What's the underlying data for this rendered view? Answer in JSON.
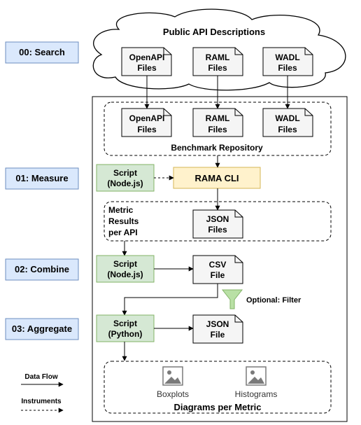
{
  "cloud": {
    "title": "Public API Descriptions"
  },
  "phases": {
    "search": "00: Search",
    "measure": "01: Measure",
    "combine": "02: Combine",
    "aggregate": "03: Aggregate"
  },
  "cloud_files": [
    {
      "line1": "OpenAPI",
      "line2": "Files"
    },
    {
      "line1": "RAML",
      "line2": "Files"
    },
    {
      "line1": "WADL",
      "line2": "Files"
    }
  ],
  "repo_files": [
    {
      "line1": "OpenAPI",
      "line2": "Files"
    },
    {
      "line1": "RAML",
      "line2": "Files"
    },
    {
      "line1": "WADL",
      "line2": "Files"
    }
  ],
  "repository_label": "Benchmark Repository",
  "script_measure": {
    "line1": "Script",
    "line2": "(Node.js)"
  },
  "rama_cli": "RAMA CLI",
  "metric_results": {
    "line1": "Metric",
    "line2": "Results",
    "line3": "per API"
  },
  "json_files": {
    "line1": "JSON",
    "line2": "Files"
  },
  "script_combine": {
    "line1": "Script",
    "line2": "(Node.js)"
  },
  "csv_file": {
    "line1": "CSV",
    "line2": "File"
  },
  "filter_label": "Optional: Filter",
  "script_aggregate": {
    "line1": "Script",
    "line2": "(Python)"
  },
  "json_file": {
    "line1": "JSON",
    "line2": "File"
  },
  "boxplots": "Boxplots",
  "histograms": "Histograms",
  "diagrams_label": "Diagrams per Metric",
  "legend": {
    "data_flow": "Data Flow",
    "instruments": "Instruments"
  },
  "colors": {
    "phase_fill": "#dae8fc",
    "phase_stroke": "#6c8ebf",
    "script_fill": "#d5e8d4",
    "script_stroke": "#82b366",
    "rama_fill": "#fff2cc",
    "rama_stroke": "#d6b656",
    "file_fill": "#f5f5f5",
    "filter_fill": "#b9e0a5",
    "filter_stroke": "#82b366"
  }
}
